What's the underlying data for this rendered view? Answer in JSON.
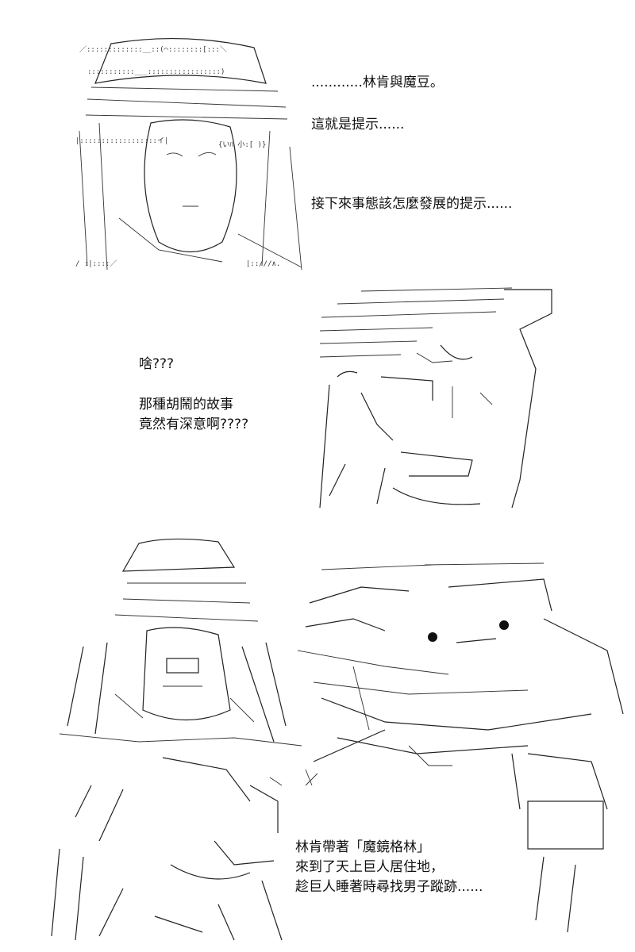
{
  "captions": {
    "top_line1": "............林肯與魔豆。",
    "top_line2": "這就是提示......",
    "top_line3": "接下來事態該怎麼發展的提示......",
    "mid_line1": "啥???",
    "mid_line2": "那種胡鬧的故事",
    "mid_line3": "竟然有深意啊????",
    "bottom_line1": "林肯帶著「魔鏡格林」",
    "bottom_line2": "來到了天上巨人居住地，",
    "bottom_line3": "趁巨人睡著時尋找男子蹤跡......"
  },
  "figures": {
    "top_left": "ascii-art-character-with-headdress",
    "middle_right": "ascii-art-man-with-pompadour",
    "bottom_left_upper": "ascii-art-character-group",
    "bottom_right": "ascii-art-sleeping-giant",
    "bottom_left_lower": "ascii-art-small-character"
  }
}
